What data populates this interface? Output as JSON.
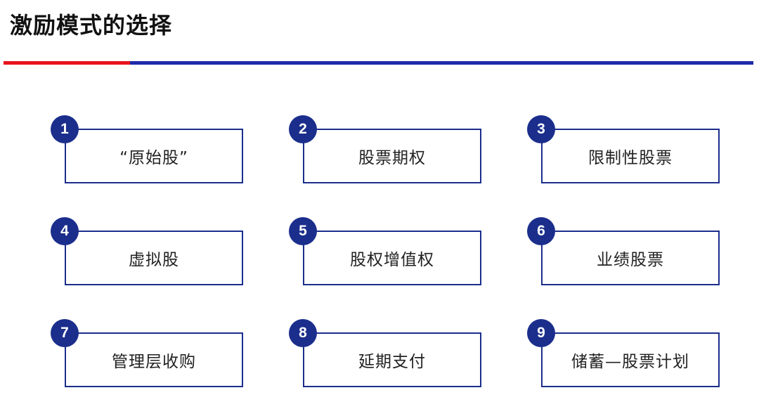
{
  "page": {
    "title": "激励模式的选择"
  },
  "items": [
    {
      "number": "1",
      "label": "“原始股”"
    },
    {
      "number": "2",
      "label": "股票期权"
    },
    {
      "number": "3",
      "label": "限制性股票"
    },
    {
      "number": "4",
      "label": "虚拟股"
    },
    {
      "number": "5",
      "label": "股权增值权"
    },
    {
      "number": "6",
      "label": "业绩股票"
    },
    {
      "number": "7",
      "label": "管理层收购"
    },
    {
      "number": "8",
      "label": "延期支付"
    },
    {
      "number": "9",
      "label": "储蓄—股票计划"
    }
  ],
  "colors": {
    "accent_red": "#e8141e",
    "accent_blue": "#1e2aa8",
    "box_border": "#1b2e8c"
  }
}
